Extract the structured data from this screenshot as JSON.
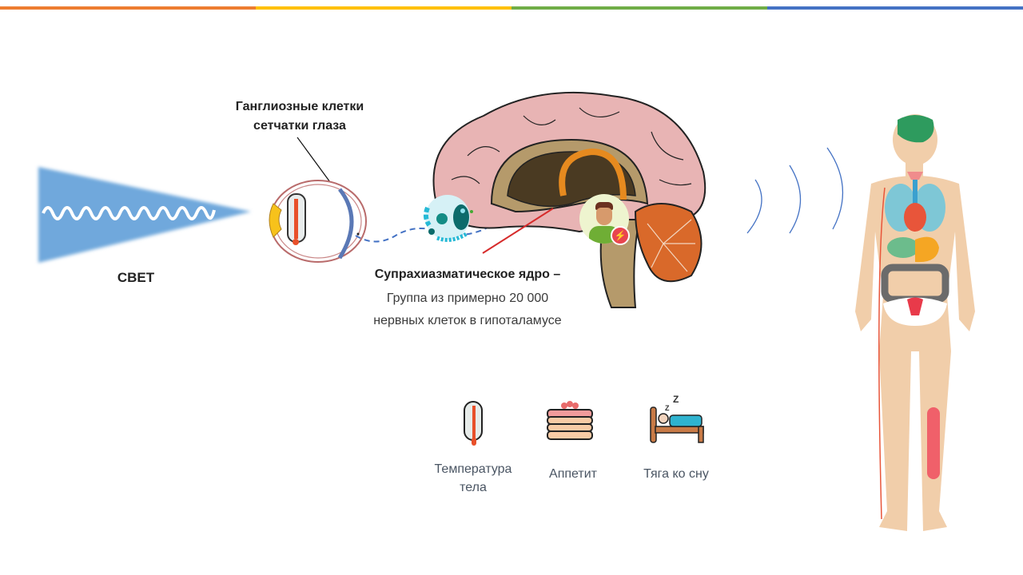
{
  "top_bar": {
    "segments": [
      {
        "name": "orange",
        "color": "#ED7D31"
      },
      {
        "name": "yellow",
        "color": "#FFC000"
      },
      {
        "name": "green",
        "color": "#70AD47"
      },
      {
        "name": "blue",
        "color": "#4472C4"
      }
    ]
  },
  "light": {
    "label": "СВЕТ",
    "color": "#6FA8DC"
  },
  "eye": {
    "label_line1": "Ганглиозные клетки",
    "label_line2": "сетчатки глаза"
  },
  "scn": {
    "title": "Супрахиазматическое ядро –",
    "line1": "Группа из примерно 20 000",
    "line2": "нервных клеток в гипоталамусе"
  },
  "effects": [
    {
      "icon": "thermometer-icon",
      "label_line1": "Температура",
      "label_line2": "тела"
    },
    {
      "icon": "pancake-icon",
      "label_line1": "Аппетит",
      "label_line2": ""
    },
    {
      "icon": "sleep-bed-icon",
      "label_line1": "Тяга ко сну",
      "label_line2": ""
    }
  ],
  "signal_waves": {
    "count": 3,
    "color": "#4472C4"
  },
  "body": {
    "description": "human-body-organs"
  }
}
